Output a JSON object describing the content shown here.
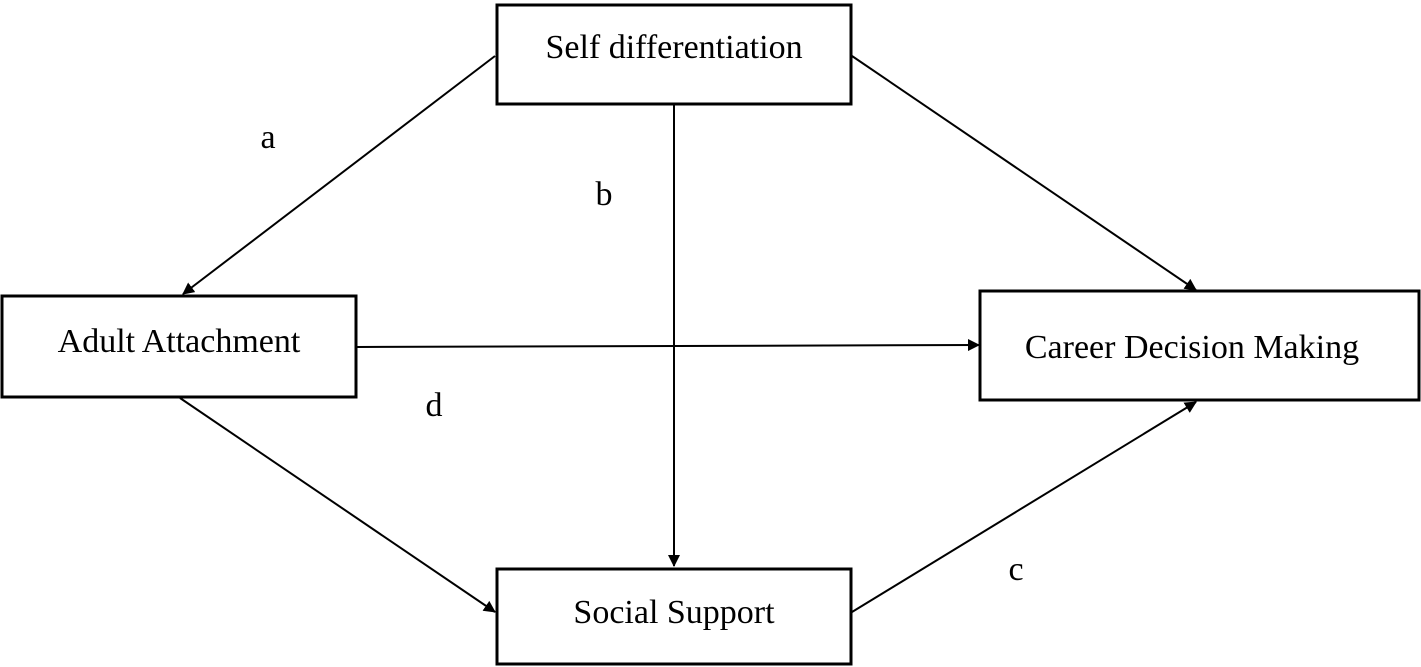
{
  "nodes": {
    "self_differentiation": "Self differentiation",
    "adult_attachment": "Adult Attachment",
    "career_decision_making": "Career Decision Making",
    "social_support": "Social Support"
  },
  "edge_labels": {
    "a": "a",
    "b": "b",
    "c": "c",
    "d": "d"
  },
  "colors": {
    "stroke": "#000000",
    "background": "#ffffff"
  }
}
